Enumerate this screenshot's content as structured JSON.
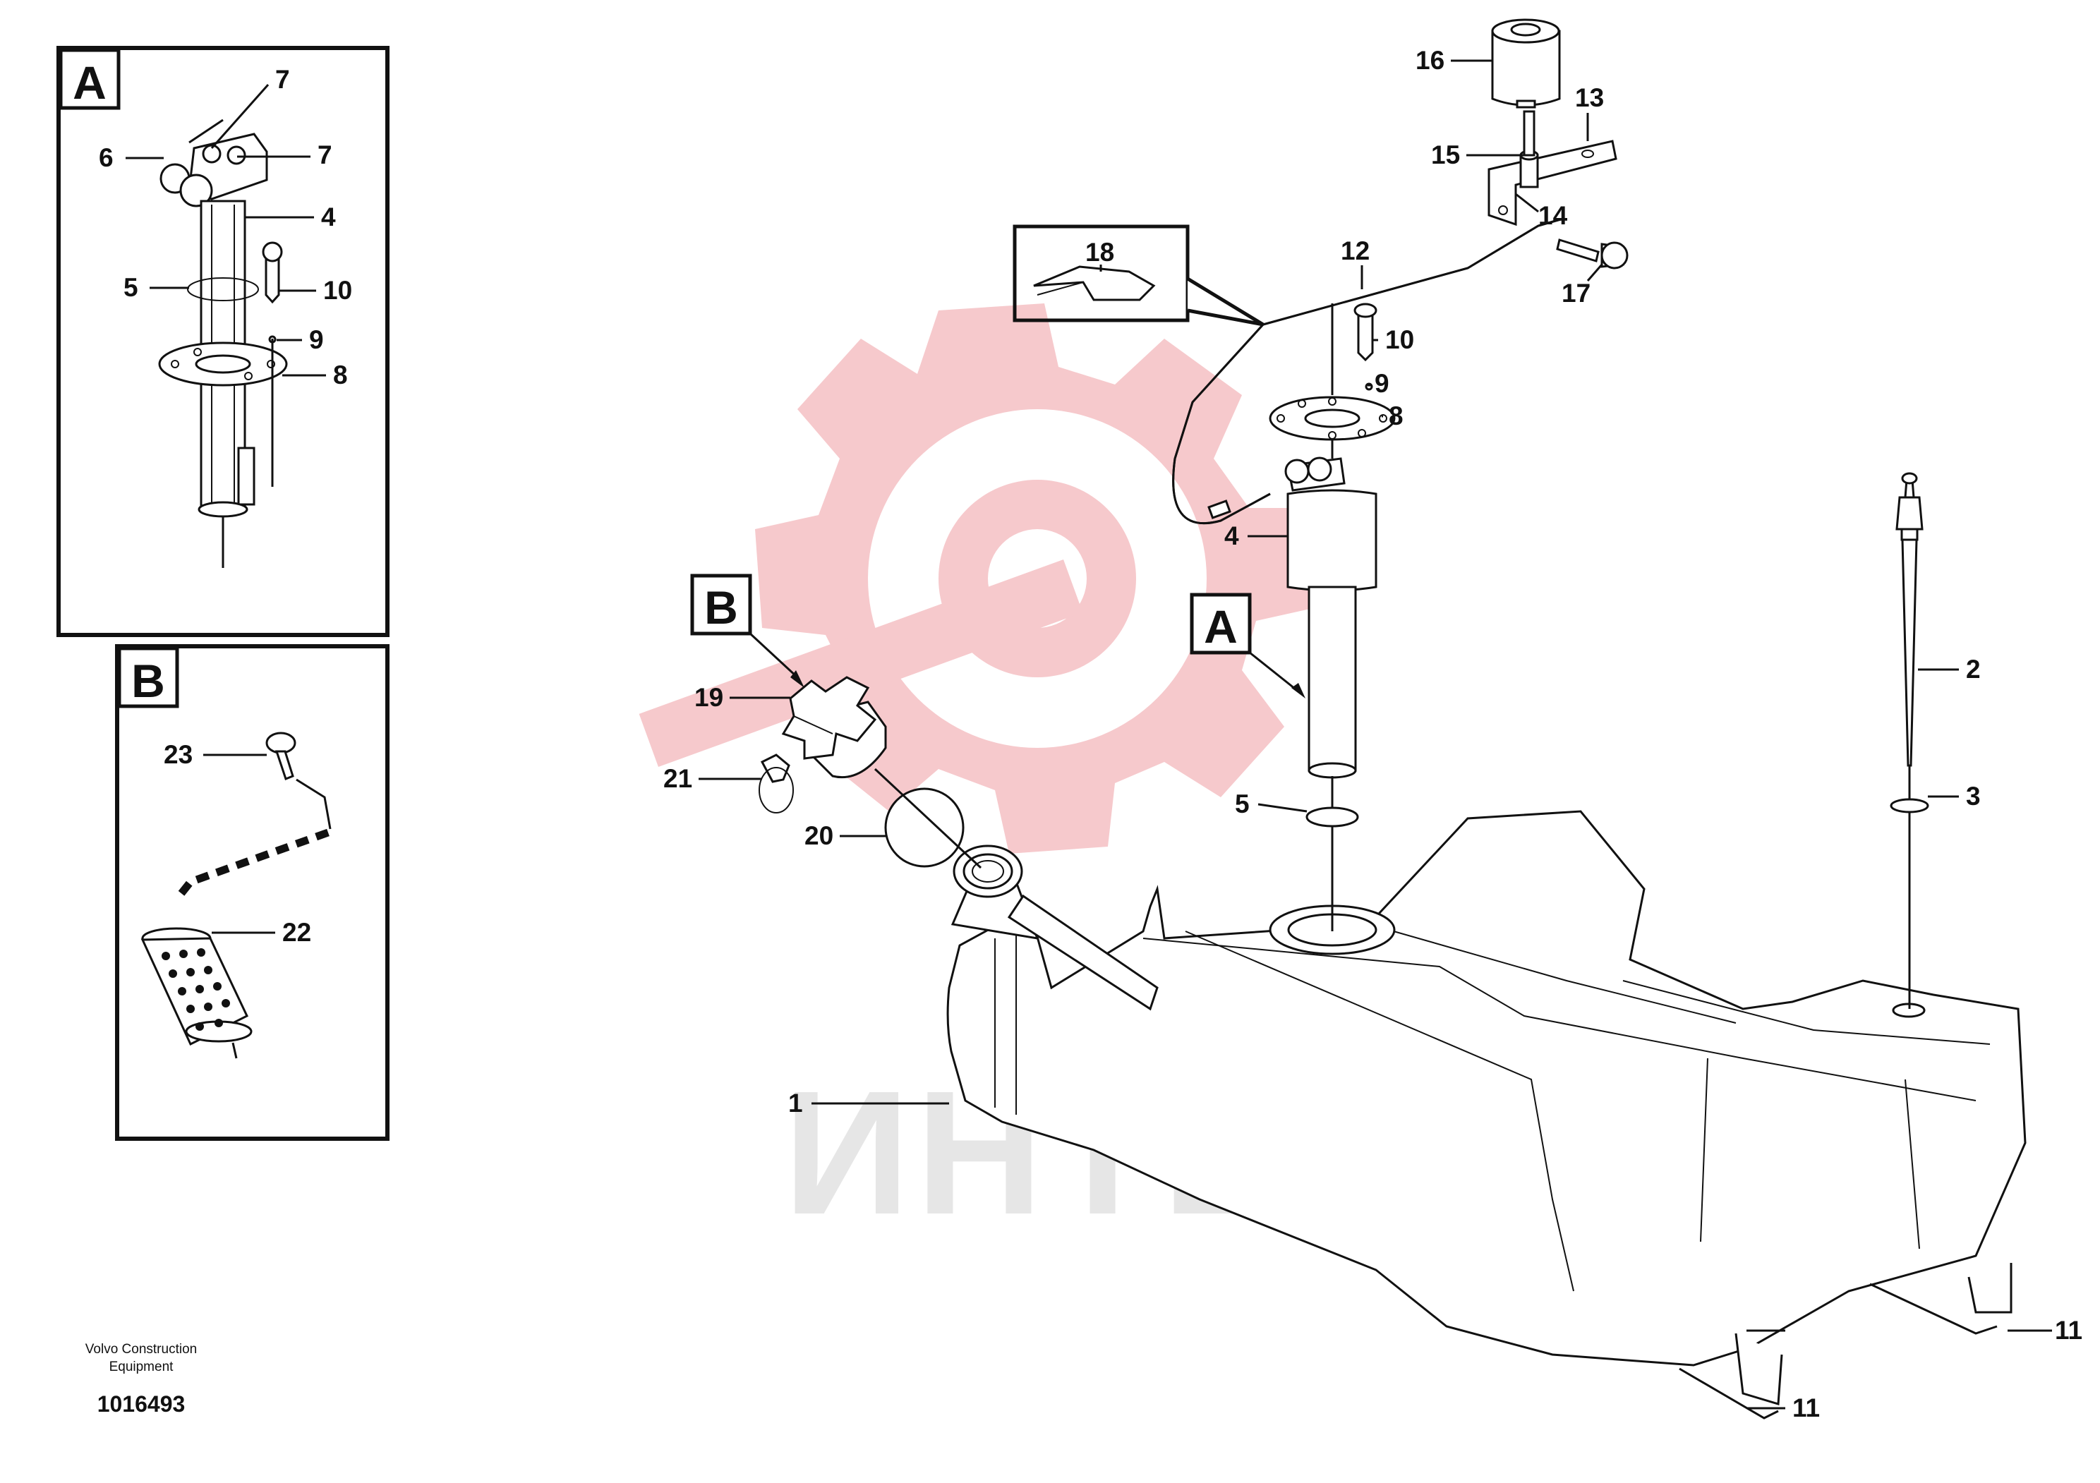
{
  "footer": {
    "brand_line1": "Volvo Construction",
    "brand_line2": "Equipment",
    "drawing_number": "1016493"
  },
  "watermark": {
    "text": "ИНТЕХ"
  },
  "detail_boxes": [
    {
      "letter": "A",
      "callouts": [
        "7",
        "6",
        "7",
        "4",
        "5",
        "10",
        "9",
        "8"
      ]
    },
    {
      "letter": "B",
      "callouts": [
        "23",
        "22"
      ]
    },
    {
      "letter": "18",
      "callouts": []
    }
  ],
  "view_labels": [
    "A",
    "B"
  ],
  "main_callouts": [
    "1",
    "2",
    "3",
    "4",
    "5",
    "8",
    "9",
    "10",
    "11",
    "11",
    "12",
    "13",
    "14",
    "15",
    "16",
    "17",
    "19",
    "20",
    "21"
  ],
  "colors": {
    "line": "#111111",
    "watermark_logo": "#f6c9cc",
    "watermark_text": "#e6e6e6"
  }
}
